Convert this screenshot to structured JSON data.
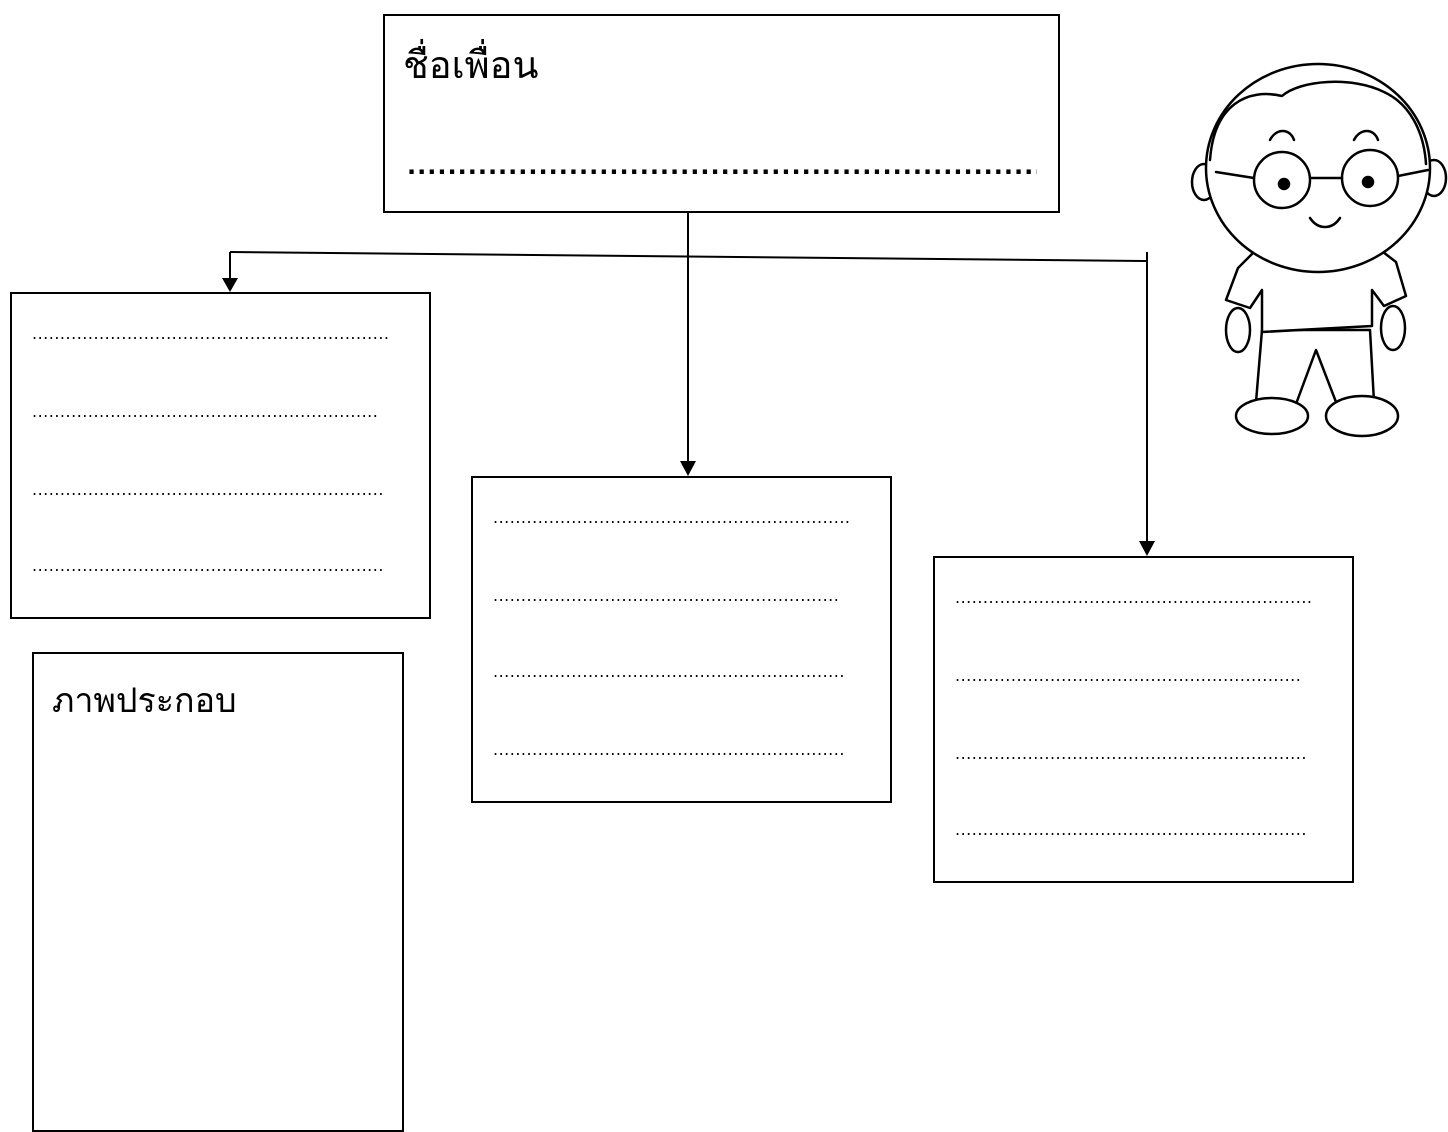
{
  "top_box": {
    "title": "ชื่อเพื่อน",
    "answer_line": "....................................................................."
  },
  "left_box": {
    "lines": [
      "................................................................",
      "..............................................................",
      "...............................................................",
      "..............................................................."
    ]
  },
  "middle_box": {
    "lines": [
      "................................................................",
      "..............................................................",
      "...............................................................",
      "..............................................................."
    ]
  },
  "right_box": {
    "lines": [
      "................................................................",
      "..............................................................",
      "...............................................................",
      "..............................................................."
    ]
  },
  "picture_box": {
    "label": "ภาพประกอบ"
  },
  "decor": {
    "character_icon": "cartoon-boy-with-glasses"
  }
}
